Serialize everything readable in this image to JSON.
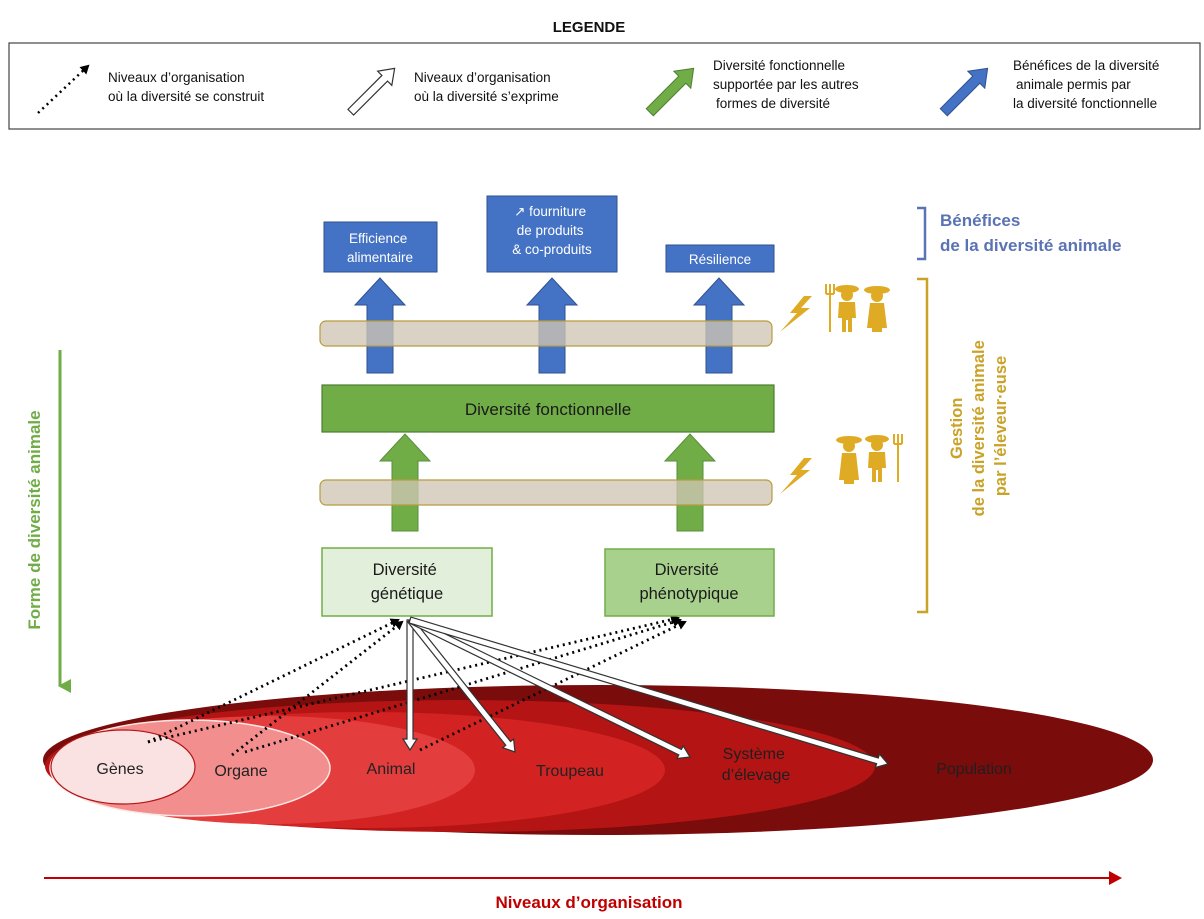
{
  "legend": {
    "title": "LEGENDE",
    "items": [
      {
        "lines": [
          "Niveaux d’organisation",
          "où la diversité se construit"
        ]
      },
      {
        "lines": [
          "Niveaux d’organisation",
          "où la diversité s’exprime"
        ]
      },
      {
        "lines": [
          "Diversité fonctionnelle",
          "supportée par les autres",
          "formes de diversité"
        ]
      },
      {
        "lines": [
          "Bénéfices de la diversité",
          "animale permis par",
          "la diversité fonctionnelle"
        ]
      }
    ]
  },
  "benefits": {
    "items": [
      {
        "lines": [
          "Efficience",
          "alimentaire"
        ]
      },
      {
        "lines": [
          "↗ fourniture",
          "de produits",
          "& co-produits"
        ]
      },
      {
        "lines": [
          "Résilience"
        ]
      }
    ],
    "label_lines": [
      "Bénéfices",
      "de la diversité animale"
    ]
  },
  "functional": {
    "label": "Diversité fonctionnelle"
  },
  "diversity_boxes": {
    "genetic": [
      "Diversité",
      "génétique"
    ],
    "phenotypic": [
      "Diversité",
      "phénotypique"
    ]
  },
  "management": {
    "label_lines": [
      "Gestion",
      "de la diversité animale",
      "par l’éleveur·euse"
    ]
  },
  "y_axis": {
    "label": "Forme de diversité animale"
  },
  "x_axis": {
    "label": "Niveaux d’organisation"
  },
  "levels": [
    {
      "lines": [
        "Gènes"
      ]
    },
    {
      "lines": [
        "Organe"
      ]
    },
    {
      "lines": [
        "Animal"
      ]
    },
    {
      "lines": [
        "Troupeau"
      ]
    },
    {
      "lines": [
        "Système",
        "d’élevage"
      ]
    },
    {
      "lines": [
        "Population"
      ]
    }
  ],
  "colors": {
    "blue": "#4472c4",
    "green": "#70ad47",
    "gold": "#c9a227",
    "benefit_text": "#5a73b4",
    "axis_green": "#70ad47",
    "axis_red": "#c00000",
    "band": "#cfc5b4"
  },
  "icons": [
    "lightning-icon",
    "farmer-pitchfork-icon",
    "farmer-woman-icon"
  ]
}
